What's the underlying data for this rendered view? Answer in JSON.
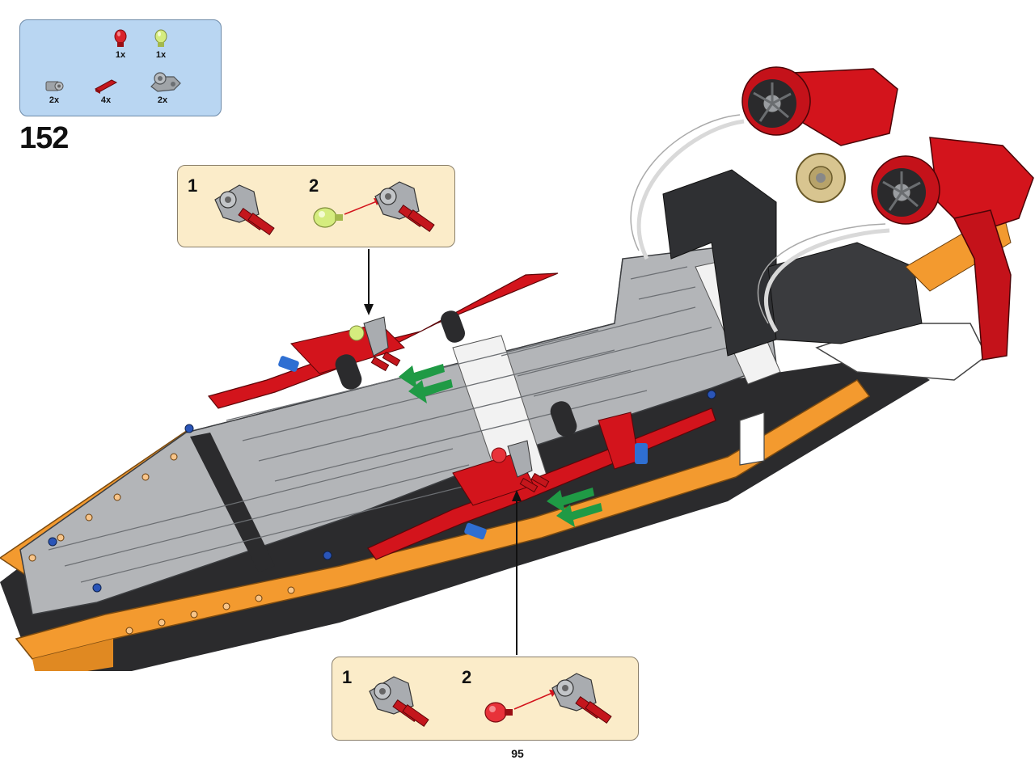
{
  "parts_list": {
    "items": [
      {
        "name": "red-light-bulb",
        "qty": "1x",
        "color": "#d9232b"
      },
      {
        "name": "lime-light-bulb",
        "qty": "1x",
        "color": "#d5ec7e"
      },
      {
        "name": "grey-axle-connector",
        "qty": "2x",
        "color": "#9ea3a8"
      },
      {
        "name": "red-axle-pin",
        "qty": "4x",
        "color": "#c4161c"
      },
      {
        "name": "grey-steering-knuckle",
        "qty": "2x",
        "color": "#a0a4a8"
      }
    ]
  },
  "step": {
    "number": "152"
  },
  "callouts": [
    {
      "substeps": [
        "1",
        "2"
      ],
      "bulb_color": "#d5ec7e"
    },
    {
      "substeps": [
        "1",
        "2"
      ],
      "bulb_color": "#d9232b"
    }
  ],
  "page": {
    "number": "95"
  },
  "colors": {
    "parts_bg": "#b9d6f2",
    "callout_bg": "#fbecc9",
    "hull_orange": "#f39a2f",
    "panel_grey": "#a9abae",
    "accent_red": "#d3141c",
    "arrow_green": "#1f9a45"
  }
}
